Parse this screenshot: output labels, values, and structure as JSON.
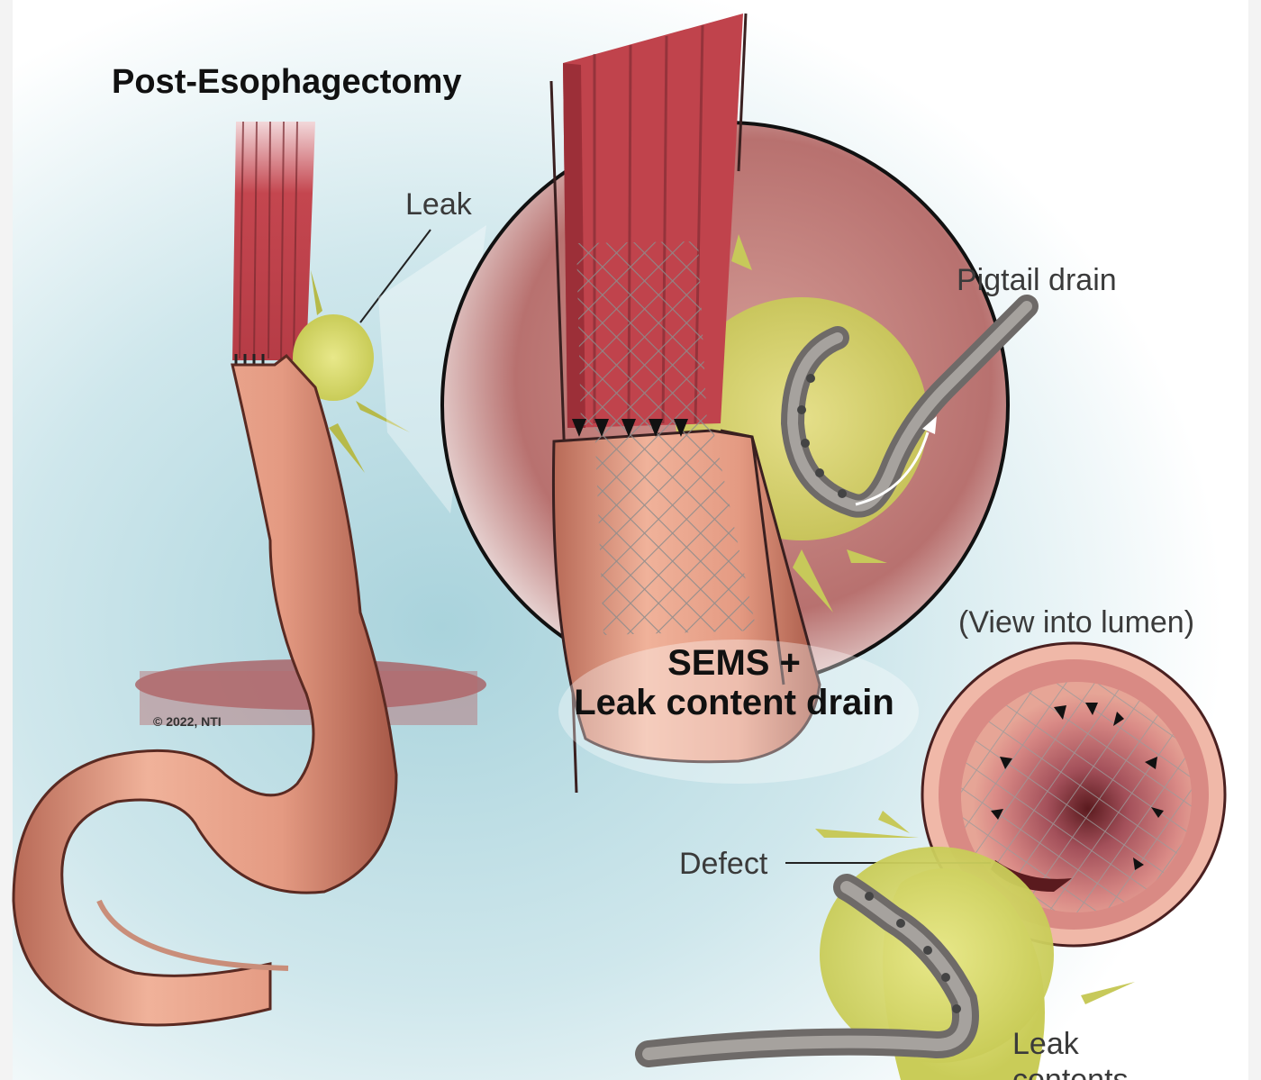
{
  "title": "Post-Esophagectomy",
  "labels": {
    "leak": "Leak",
    "pigtail_drain": "Pigtail drain",
    "view_into_lumen": "(View into lumen)",
    "sems_line1": "SEMS +",
    "sems_line2": "Leak content drain",
    "defect": "Defect",
    "leak_contents_line1": "Leak",
    "leak_contents_line2": "contents"
  },
  "copyright": "© 2022, NTI",
  "colors": {
    "background_tint": "#bfe0e6",
    "esophagus": "#c8545c",
    "conduit": "#e9a48c",
    "leak_fluid": "#d4d66a",
    "stent_mesh": "#9a9a9a",
    "drain": "#7d7a78"
  }
}
